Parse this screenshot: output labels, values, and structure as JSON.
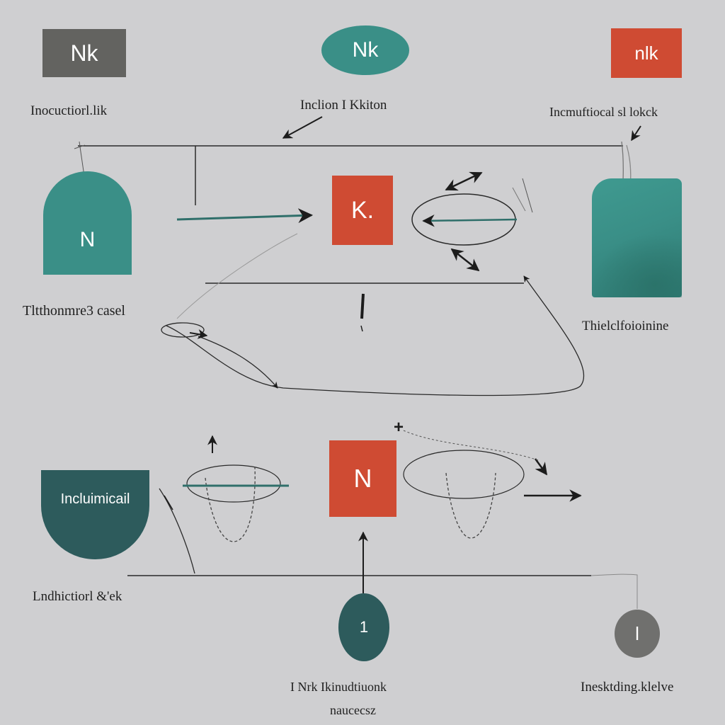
{
  "colors": {
    "background": "#cfcfd1",
    "gray": "#636360",
    "teal": "#3a8f87",
    "dark_teal": "#2d5b5c",
    "red": "#cf4b33",
    "line": "#2a2a2a"
  },
  "top_row": {
    "left_box": "Nk",
    "center_oval": "Nk",
    "right_box": "nlk"
  },
  "labels": {
    "top_left": "Inocuctiorl.lik",
    "top_center": "Inclion I Kkiton",
    "top_right": "Incmuftiocal sl lokck",
    "mid_left": "Tltthonmre3 casel",
    "mid_right": "Thielclfoioinine",
    "bottom_left": "Lndhictiorl &'ek",
    "bottom_center_line1": "I Nrk Ikinudtiuonk",
    "bottom_center_line2": "naucecsz",
    "bottom_right": "Inesktding.klelve"
  },
  "shapes": {
    "left_arch": "N",
    "center_square": "K.",
    "bottom_left_shield": "Incluimicail",
    "bottom_center_square": "N",
    "bottom_circle": "1",
    "bottom_right_circle": "l",
    "plus_mark": "+"
  }
}
